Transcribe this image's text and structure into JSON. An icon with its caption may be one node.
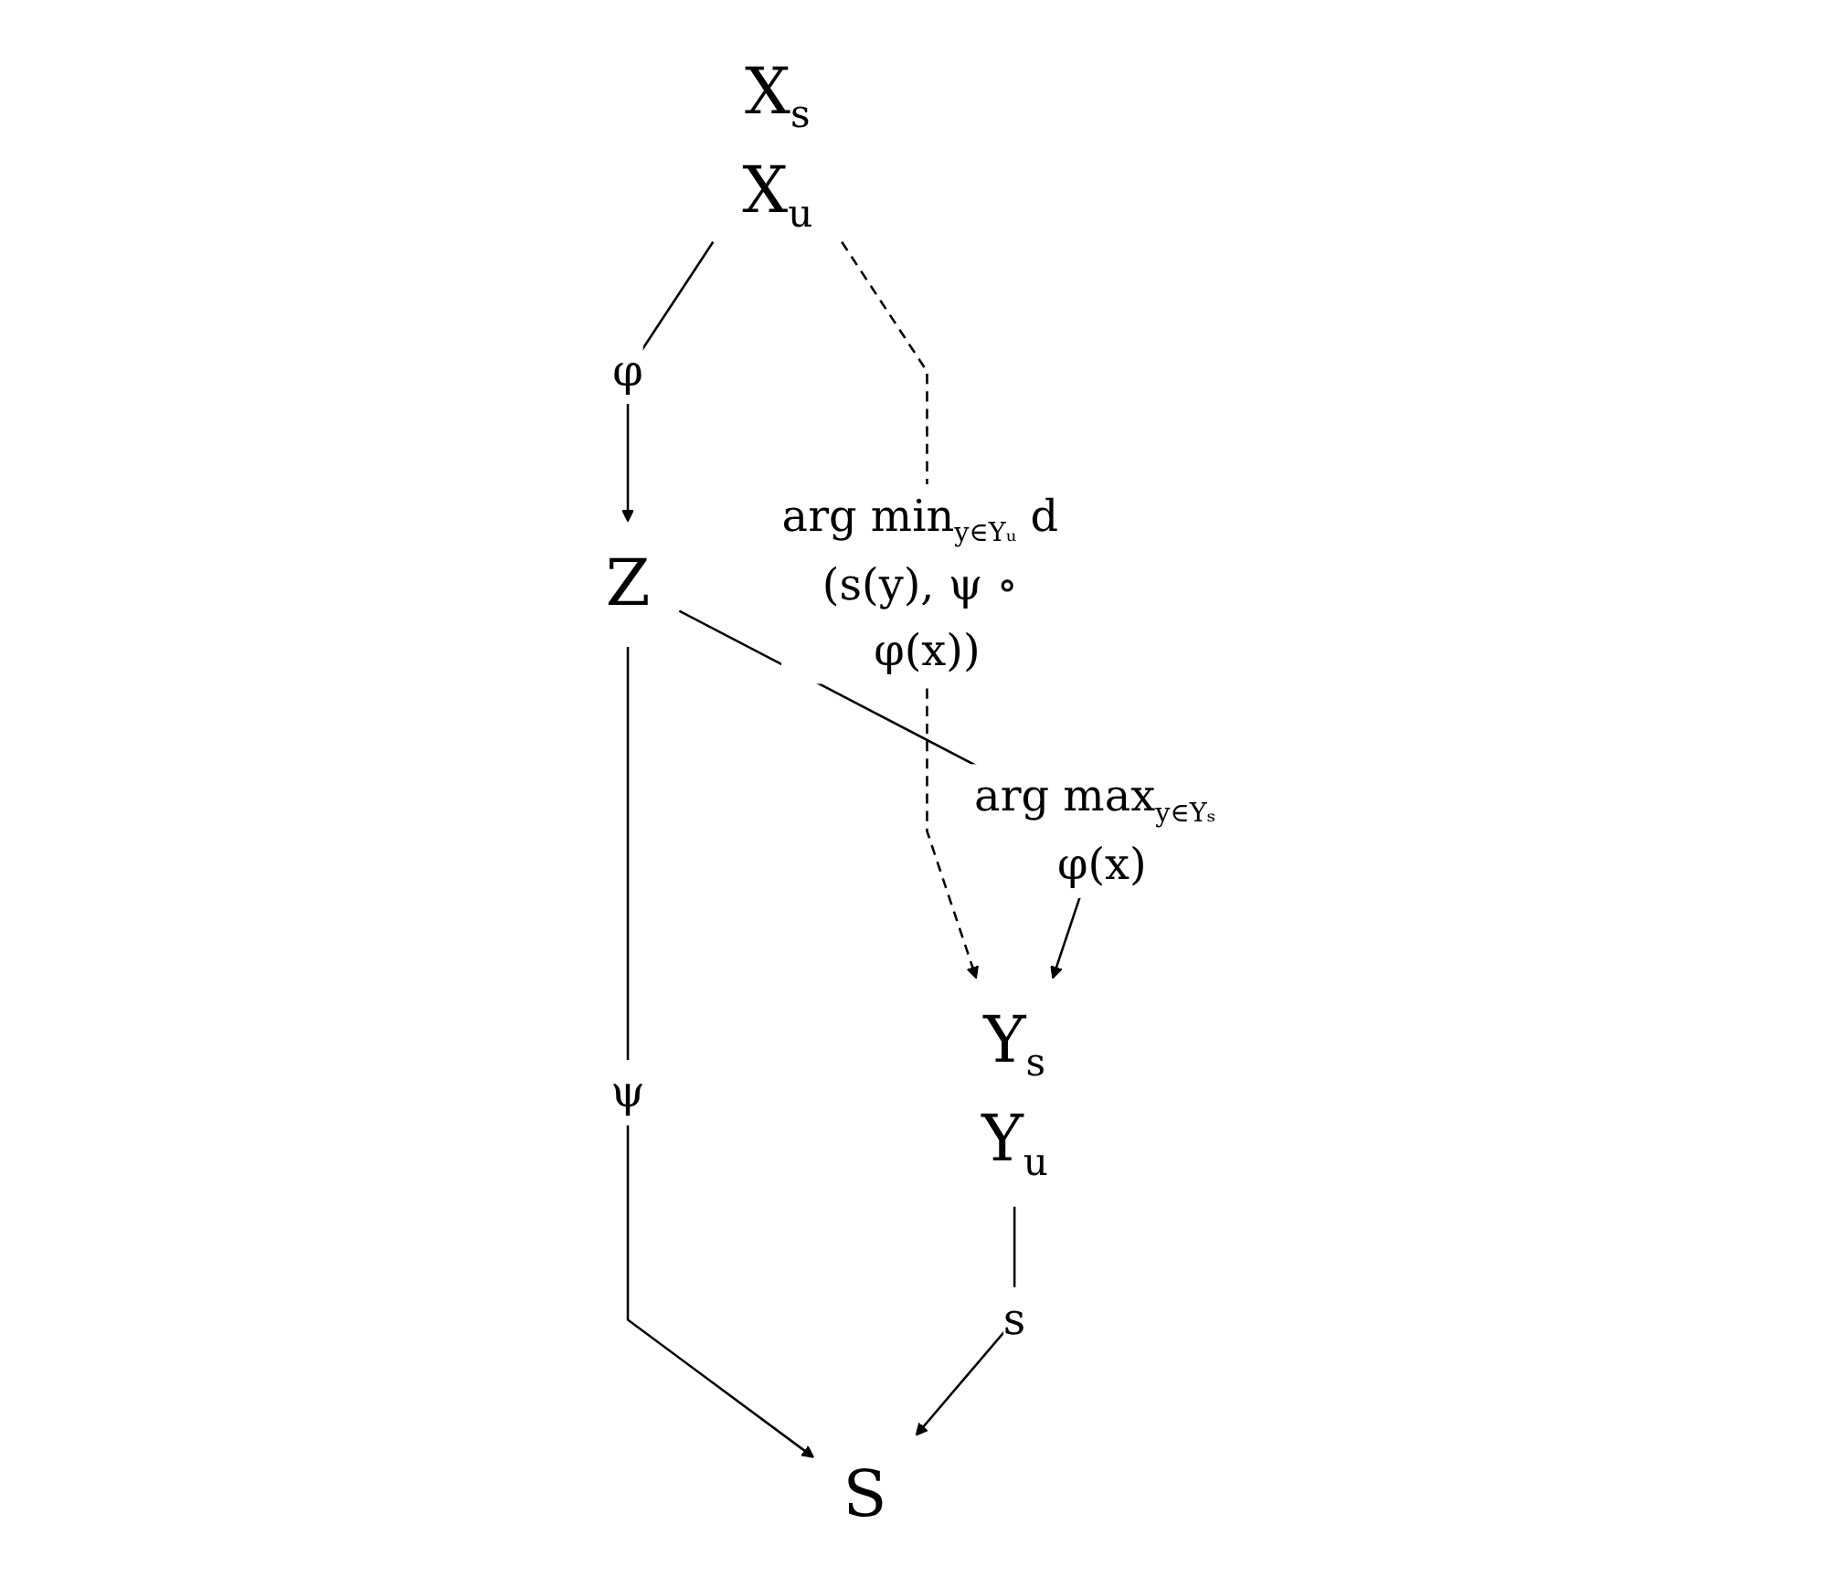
{
  "diagram": {
    "nodes": [
      {
        "text": [
          "X$_{s}$",
          "X$_{u}$"
        ]
      },
      {
        "text": [
          "Z"
        ]
      },
      {
        "text": [
          "Y$_{s}$",
          "Y$_{u}$"
        ]
      },
      {
        "text": [
          "S"
        ]
      }
    ],
    "edges": [
      {
        "from": 0,
        "to": 1,
        "arrow": "to",
        "label": "φ"
      },
      {
        "from": 0,
        "to": 2,
        "arrow": "to",
        "style": "dashed",
        "label": "arg min$_{y∈Yᵤ}$ d (s(y), ψ ∘ φ(x))"
      },
      {
        "from": 1,
        "to": 2,
        "arrow": "to",
        "label": "arg max$_{y∈Yₛ}$ φ(x)"
      },
      {
        "from": 1,
        "to": 3,
        "arrow": "to",
        "label": "ψ"
      },
      {
        "from": 2,
        "to": 3,
        "arrow": "to",
        "label": "s"
      }
    ]
  }
}
